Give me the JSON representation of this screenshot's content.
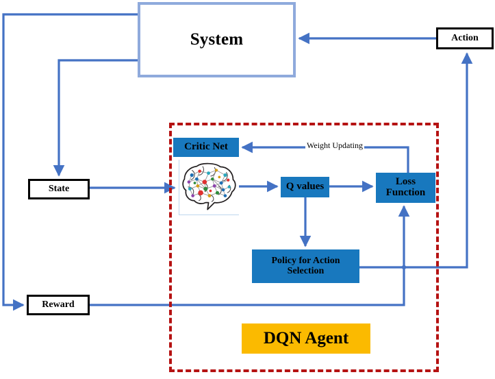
{
  "diagram": {
    "title": "DQN Agent reinforcement learning control loop",
    "colors": {
      "wire": "#4472C4",
      "system_border": "#8FAADC",
      "node_blue": "#1878BE",
      "agent_dashed_border": "#B51212",
      "dqn_banner": "#FBBA00",
      "black_border": "#000000",
      "brain_frame": "#BDD7EE"
    }
  },
  "nodes": {
    "system": {
      "label": "System"
    },
    "action": {
      "label": "Action"
    },
    "state": {
      "label": "State"
    },
    "reward": {
      "label": "Reward"
    },
    "critic_net": {
      "label": "Critic Net"
    },
    "q_values": {
      "label": "Q values"
    },
    "loss_function": {
      "line1": "Loss",
      "line2": "Function"
    },
    "policy": {
      "line1": "Policy for Action",
      "line2": "Selection"
    },
    "dqn_agent": {
      "label": "DQN Agent"
    },
    "brain": {
      "icon": "neural-network-brain-icon"
    }
  },
  "edge_labels": {
    "weight_updating": "Weight Updating"
  },
  "bottom_caption": {
    "text": ""
  },
  "edges": [
    {
      "from": "action",
      "to": "system",
      "label": ""
    },
    {
      "from": "system",
      "to": "reward",
      "label": ""
    },
    {
      "from": "system",
      "to": "state",
      "label": ""
    },
    {
      "from": "state",
      "to": "critic_network_brain",
      "label": ""
    },
    {
      "from": "critic_network_brain",
      "to": "q_values",
      "label": ""
    },
    {
      "from": "q_values",
      "to": "loss_function",
      "label": ""
    },
    {
      "from": "q_values",
      "to": "policy",
      "label": ""
    },
    {
      "from": "loss_function",
      "to": "critic_net",
      "label": "Weight Updating"
    },
    {
      "from": "reward",
      "to": "loss_function",
      "label": ""
    },
    {
      "from": "policy",
      "to": "loss_function",
      "label": ""
    },
    {
      "from": "policy",
      "to": "action",
      "label": ""
    }
  ]
}
